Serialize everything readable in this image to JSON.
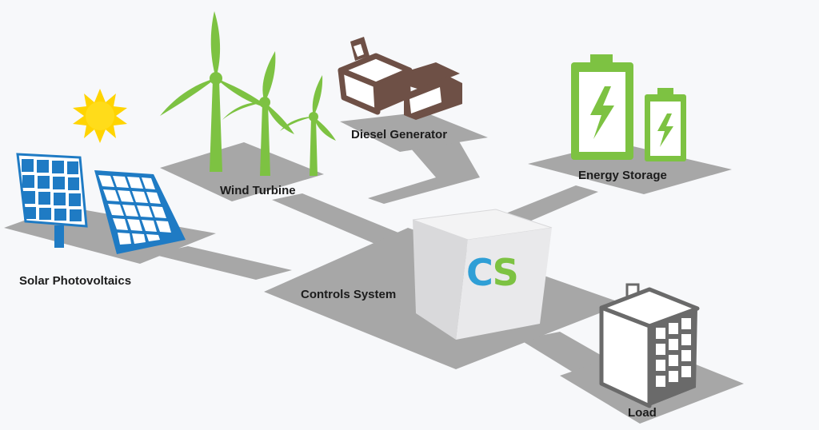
{
  "labels": {
    "solar": "Solar Photovoltaics",
    "wind": "Wind Turbine",
    "diesel": "Diesel Generator",
    "storage": "Energy Storage",
    "controls": "Controls System",
    "load": "Load"
  },
  "controls_box": {
    "letter_1": "C",
    "letter_2": "S"
  },
  "colors": {
    "ground_gray": "#a7a7a7",
    "wind_green": "#7dc242",
    "battery_green": "#7dc242",
    "solar_blue": "#1f7bc4",
    "sun_yellow": "#ffd400",
    "generator_brown": "#6e5046",
    "cs_blue": "#2f9fd6",
    "cs_green": "#7dc242"
  },
  "icons": [
    "sun-icon",
    "solar-panel-icon",
    "wind-turbine-icon",
    "diesel-generator-icon",
    "battery-icon",
    "controls-box-icon",
    "building-icon"
  ]
}
